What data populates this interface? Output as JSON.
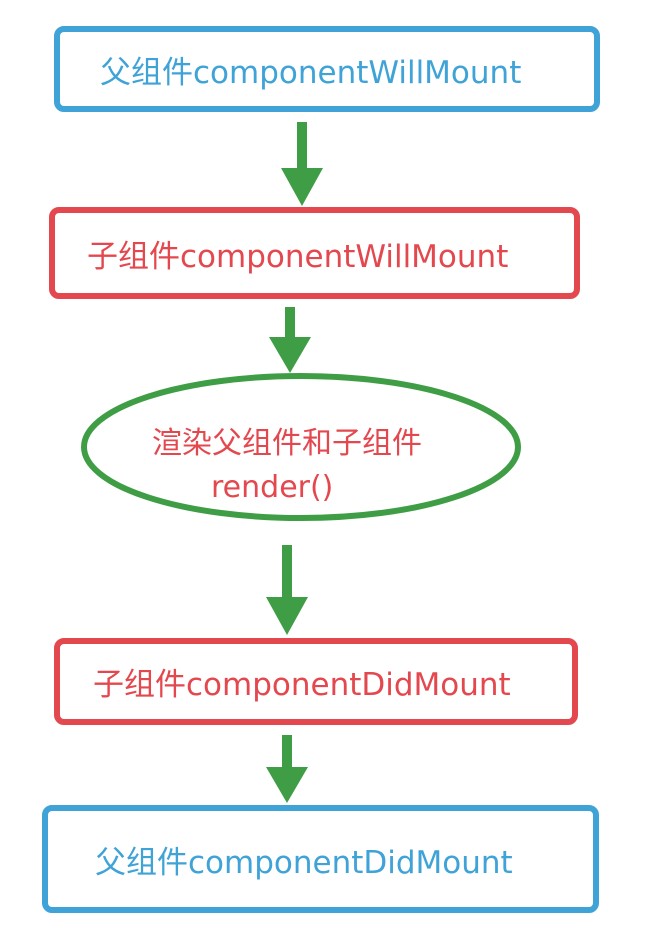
{
  "nodes": {
    "parent_will_mount": "父组件componentWillMount",
    "child_will_mount": "子组件componentWillMount",
    "render_line1": "渲染父组件和子组件",
    "render_line2": "render()",
    "child_did_mount": "子组件componentDidMount",
    "parent_did_mount": "父组件componentDidMount"
  },
  "colors": {
    "parent_box": "#3fa3d8",
    "child_box": "#e4484f",
    "render_ellipse": "#3f9e45",
    "arrow": "#3f9e45"
  }
}
